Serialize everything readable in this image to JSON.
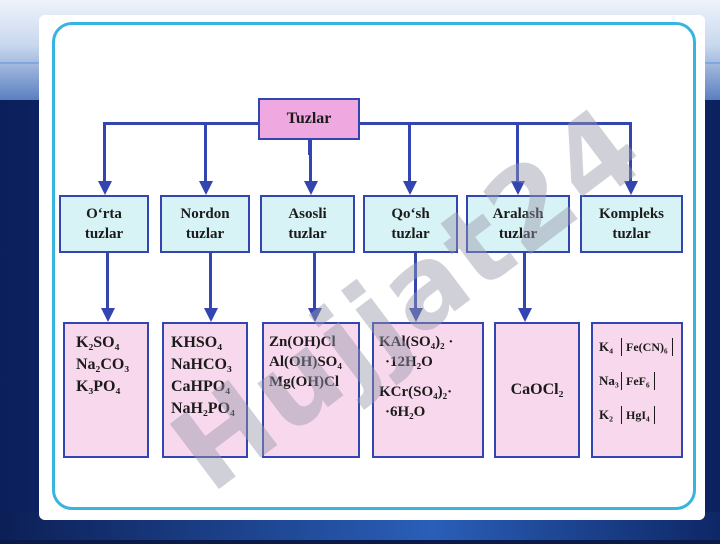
{
  "colors": {
    "top_box_fill": "#f0a8e0",
    "category_fill": "#d8f3f5",
    "example_fill": "#f8d8ec",
    "connector": "#3345b0",
    "frame_border": "#38b4e0"
  },
  "root": {
    "label": "Tuzlar"
  },
  "categories": [
    {
      "line1": "O‘rta",
      "line2": "tuzlar"
    },
    {
      "line1": "Nordon",
      "line2": "tuzlar"
    },
    {
      "line1": "Asosli",
      "line2": "tuzlar"
    },
    {
      "line1": "Qo‘sh",
      "line2": "tuzlar"
    },
    {
      "line1": "Aralash",
      "line2": "tuzlar"
    },
    {
      "line1": "Kompleks",
      "line2": "tuzlar"
    }
  ],
  "examples": {
    "orta": [
      "K₂SO₄",
      "Na₂CO₃",
      "K₃PO₄"
    ],
    "nordon": [
      "KHSO₄",
      "NaHCO₃",
      "CaHPO₄",
      "NaH₂PO₄"
    ],
    "asosli": [
      "Zn(OH)Cl",
      "Al(OH)SO₄",
      "Mg(OH)Cl"
    ],
    "qosh": [
      "KAl(SO₄)₂ ·",
      "·12H₂O",
      "KCr(SO₄)₂·",
      "·6H₂O"
    ],
    "aralash": [
      "CaOCl₂"
    ],
    "kompleks": [
      {
        "prefix": "K₄",
        "ion": "Fe(CN)₆"
      },
      {
        "prefix": "Na₃",
        "ion": "FeF₆"
      },
      {
        "prefix": "K₂",
        "ion": "HgI₄"
      }
    ]
  },
  "watermark": {
    "text": "Hujjat24"
  }
}
